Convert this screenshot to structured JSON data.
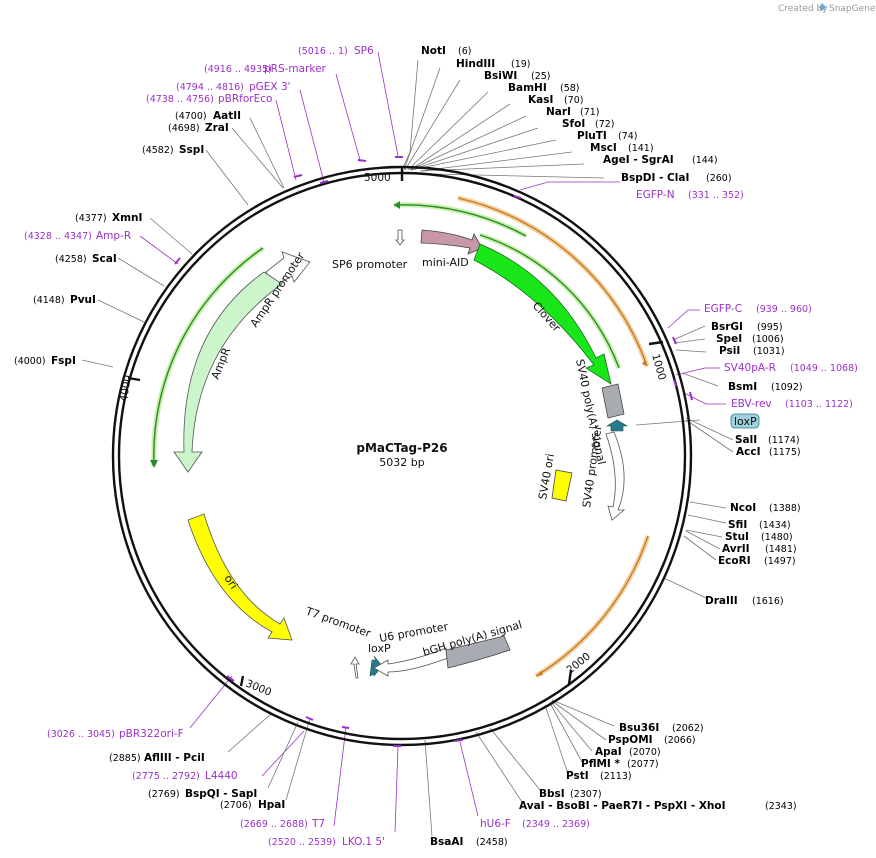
{
  "credit": {
    "prefix": "Created by",
    "brand": "SnapGene"
  },
  "plasmid": {
    "name": "pMaCTag-P26",
    "length": "5032 bp"
  },
  "ticks": [
    "5000",
    "1000",
    "2000",
    "3000",
    "4000"
  ],
  "features": {
    "sp6_promoter": "SP6 promoter",
    "mini_aid": "mini-AID",
    "clover": "Clover",
    "sv40_polya": "SV40 poly(A) signal",
    "sv40_promoter": "SV40 promoter",
    "sv40_ori": "SV40 ori",
    "ampr": "AmpR",
    "ampr_promoter": "AmpR promoter",
    "ori": "ori",
    "t7_promoter": "T7 promoter",
    "u6_promoter": "U6 promoter",
    "loxp_bottom": "loxP",
    "bgh_polya": "bGH poly(A) signal",
    "loxp_box": "loxP"
  },
  "sites": [
    {
      "name": "NotI",
      "pos": "(6)"
    },
    {
      "name": "HindIII",
      "pos": "(19)"
    },
    {
      "name": "BsiWI",
      "pos": "(25)"
    },
    {
      "name": "BamHI",
      "pos": "(58)"
    },
    {
      "name": "KasI",
      "pos": "(70)"
    },
    {
      "name": "NarI",
      "pos": "(71)"
    },
    {
      "name": "SfoI",
      "pos": "(72)"
    },
    {
      "name": "PluTI",
      "pos": "(74)"
    },
    {
      "name": "MscI",
      "pos": "(141)"
    },
    {
      "name": "AgeI  - SgrAI",
      "pos": "(144)"
    },
    {
      "name": "BspDI  - ClaI",
      "pos": "(260)"
    },
    {
      "name": "BsrGI",
      "pos": "(995)"
    },
    {
      "name": "SpeI",
      "pos": "(1006)"
    },
    {
      "name": "PsiI",
      "pos": "(1031)"
    },
    {
      "name": "BsmI",
      "pos": "(1092)"
    },
    {
      "name": "SalI",
      "pos": "(1174)"
    },
    {
      "name": "AccI",
      "pos": "(1175)"
    },
    {
      "name": "NcoI",
      "pos": "(1388)"
    },
    {
      "name": "SfiI",
      "pos": "(1434)"
    },
    {
      "name": "StuI",
      "pos": "(1480)"
    },
    {
      "name": "AvrII",
      "pos": "(1481)"
    },
    {
      "name": "EcoRI",
      "pos": "(1497)"
    },
    {
      "name": "DraIII",
      "pos": "(1616)"
    },
    {
      "name": "Bsu36I",
      "pos": "(2062)"
    },
    {
      "name": "PspOMI",
      "pos": "(2066)"
    },
    {
      "name": "ApaI",
      "pos": "(2070)"
    },
    {
      "name": "PflMI *",
      "pos": "(2077)"
    },
    {
      "name": "PstI",
      "pos": "(2113)"
    },
    {
      "name": "BbsI",
      "pos": "(2307)"
    },
    {
      "name": "AvaI  - BsoBI  - PaeR7I  - PspXI  - XhoI",
      "pos": "(2343)"
    },
    {
      "name": "BsaAI",
      "pos": "(2458)"
    },
    {
      "name": "HpaI",
      "pos": "(2706)"
    },
    {
      "name": "BspQI  - SapI",
      "pos": "(2769)"
    },
    {
      "name": "AflIII  - PciI",
      "pos": "(2885)"
    },
    {
      "name": "FspI",
      "pos": "(4000)"
    },
    {
      "name": "PvuI",
      "pos": "(4148)"
    },
    {
      "name": "ScaI",
      "pos": "(4258)"
    },
    {
      "name": "XmnI",
      "pos": "(4377)"
    },
    {
      "name": "SspI",
      "pos": "(4582)"
    },
    {
      "name": "ZraI",
      "pos": "(4698)"
    },
    {
      "name": "AatII",
      "pos": "(4700)"
    }
  ],
  "primers": [
    {
      "name": "SP6",
      "pos": "(5016 .. 1)"
    },
    {
      "name": "pRS-marker",
      "pos": "(4916 .. 4935)"
    },
    {
      "name": "pGEX 3'",
      "pos": "(4794 .. 4816)"
    },
    {
      "name": "pBRforEco",
      "pos": "(4738 .. 4756)"
    },
    {
      "name": "EGFP-N",
      "pos": "(331 .. 352)"
    },
    {
      "name": "EGFP-C",
      "pos": "(939 .. 960)"
    },
    {
      "name": "SV40pA-R",
      "pos": "(1049 .. 1068)"
    },
    {
      "name": "EBV-rev",
      "pos": "(1103 .. 1122)"
    },
    {
      "name": "Amp-R",
      "pos": "(4328 .. 4347)"
    },
    {
      "name": "pBR322ori-F",
      "pos": "(3026 .. 3045)"
    },
    {
      "name": "L4440",
      "pos": "(2775 .. 2792)"
    },
    {
      "name": "T7",
      "pos": "(2669 .. 2688)"
    },
    {
      "name": "LKO.1 5'",
      "pos": "(2520 .. 2539)"
    },
    {
      "name": "hU6-F",
      "pos": "(2349 .. 2369)"
    }
  ],
  "colors": {
    "backbone": "#111111",
    "clover": "#19e619",
    "mini_aid": "#c897aa",
    "ampr": "#ccf5cc",
    "ori": "#ffff00",
    "grey_feature": "#a8acb2",
    "loxp": "#2b7a8c",
    "primer": "#9b30c8",
    "orange_arc": "#e8a040",
    "green_arc": "#2b8a2b"
  }
}
